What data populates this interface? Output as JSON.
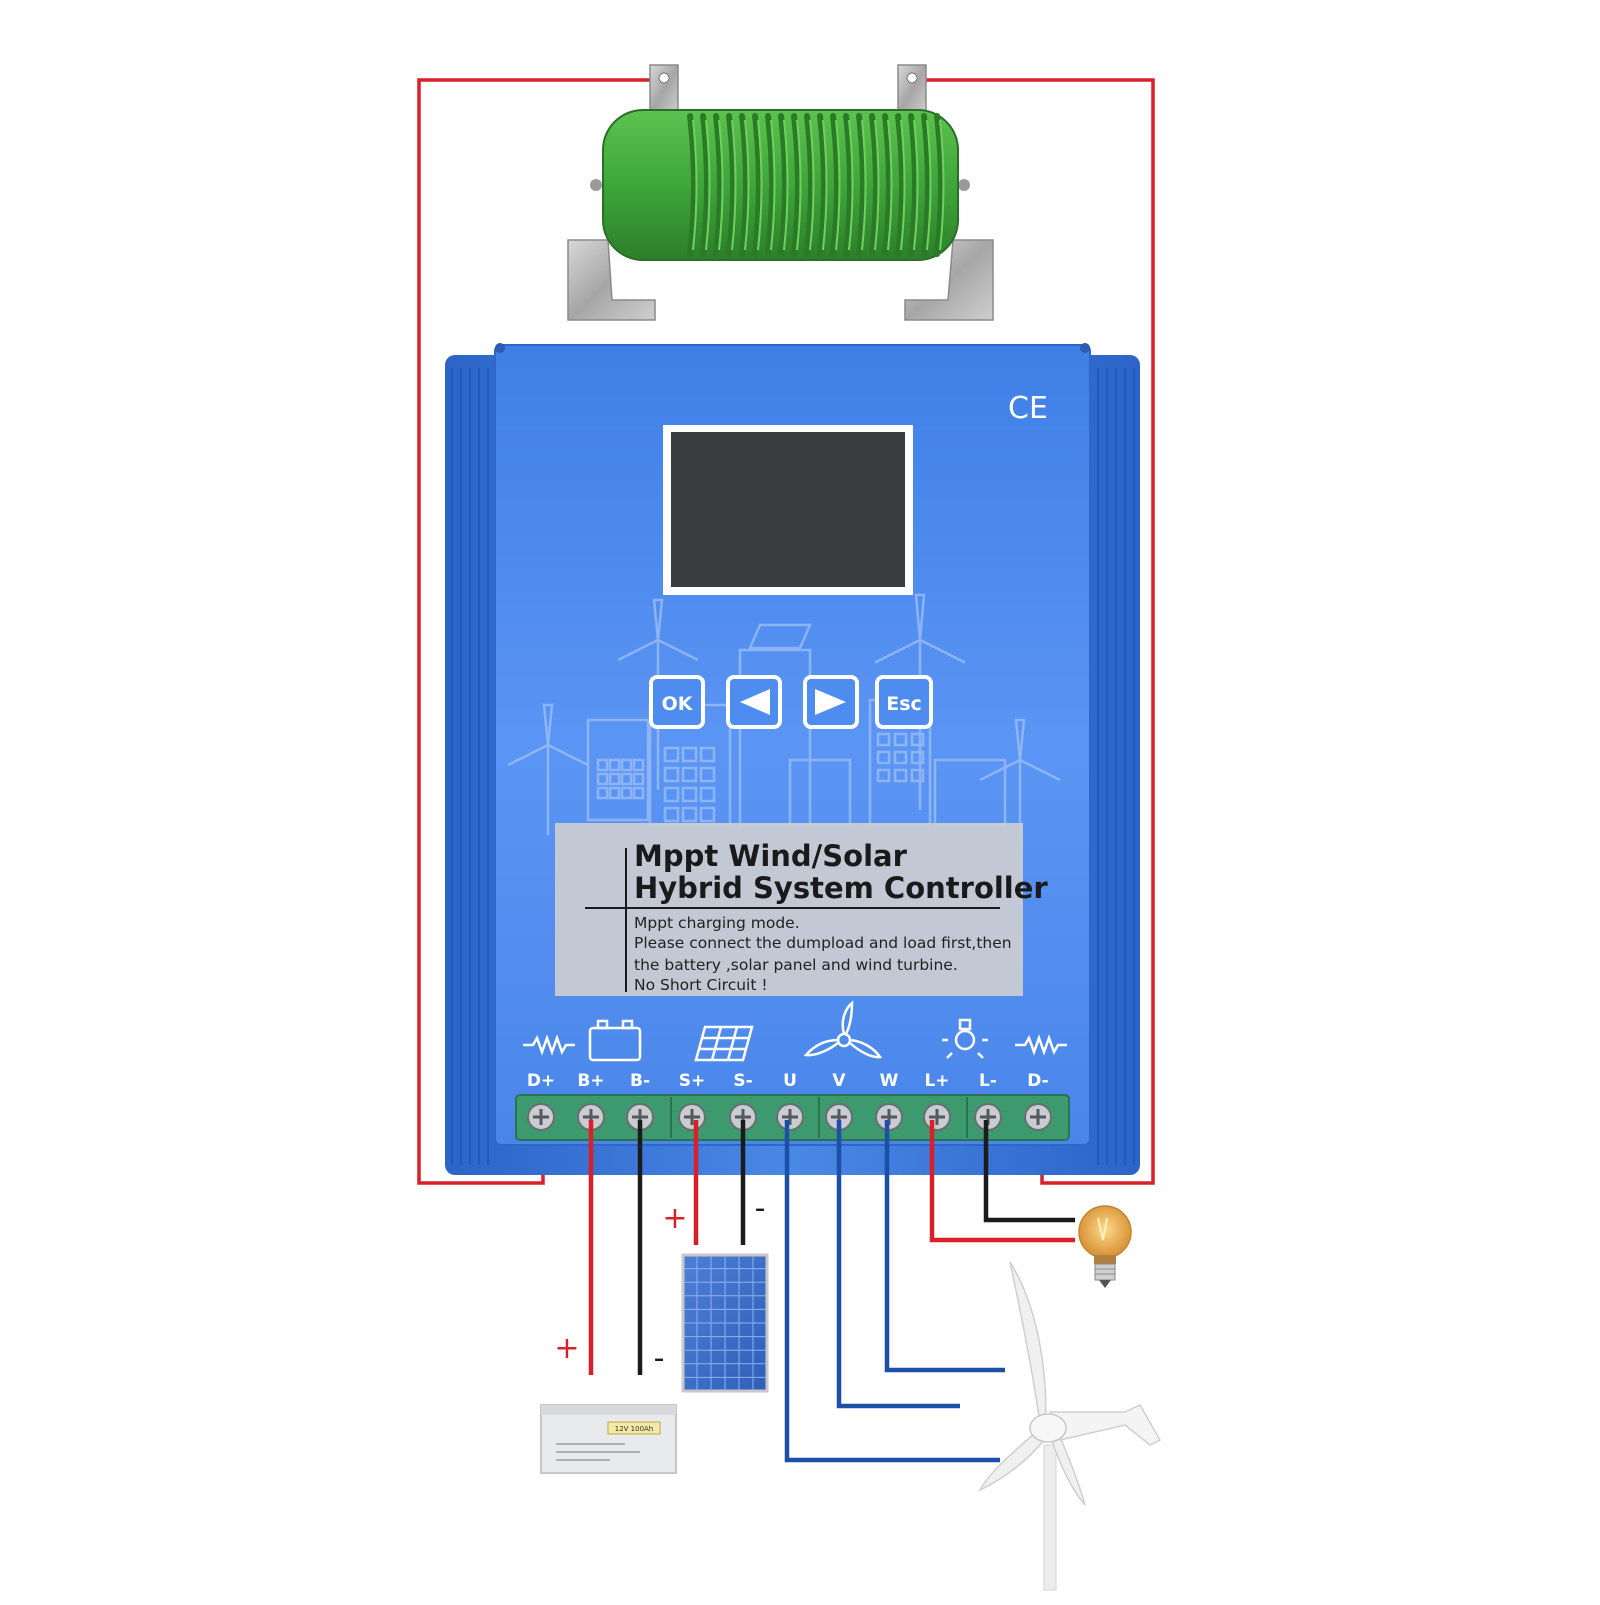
{
  "ce_mark": "CE",
  "buttons": {
    "ok": "OK",
    "left": "◀",
    "right": "▶",
    "esc": "Esc"
  },
  "label": {
    "title_line1": "Mppt Wind/Solar",
    "title_line2": "Hybrid System Controller",
    "line1": "Mppt charging mode.",
    "line2": "Please connect the dumpload and load first,then",
    "line3": "the battery ,solar panel and wind turbine.",
    "line4": "No Short Circuit !"
  },
  "terminals": [
    "D+",
    "B+",
    "B-",
    "S+",
    "S-",
    "U",
    "V",
    "W",
    "L+",
    "L-",
    "D-"
  ],
  "polarity": {
    "battery_plus": "+",
    "battery_minus": "-",
    "solar_plus": "+",
    "solar_minus": "-"
  },
  "battery_label": "12V 100Ah",
  "colors": {
    "controller_blue": "#4f8df2",
    "positive_wire": "#d8202a",
    "negative_wire": "#1b1b1b",
    "phase_wire": "#1b4fa8",
    "resistor_green": "#3ea63a",
    "terminal_green": "#3d9a6e"
  }
}
